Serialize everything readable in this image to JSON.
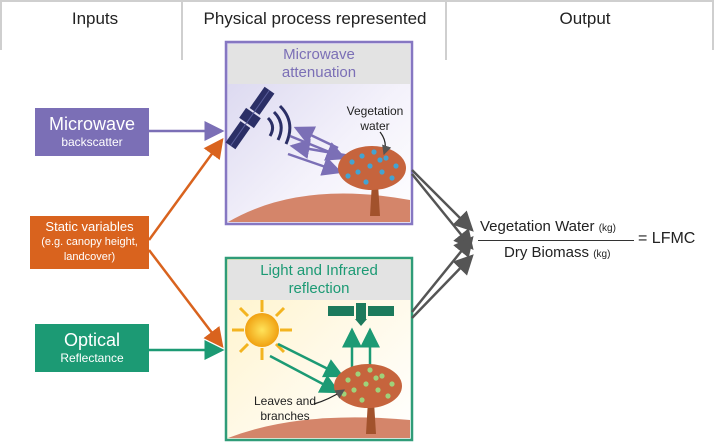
{
  "columns": {
    "inputs": "Inputs",
    "process": "Physical process represented",
    "output": "Output"
  },
  "inputs": {
    "microwave": {
      "main": "Microwave",
      "sub": "backscatter"
    },
    "static": {
      "line1": "Static variables",
      "line2": "(e.g. canopy height,",
      "line3": "landcover)"
    },
    "optical": {
      "main": "Optical",
      "sub": "Reflectance"
    }
  },
  "panels": {
    "microwave": {
      "title_line1": "Microwave",
      "title_line2": "attenuation",
      "label_line1": "Vegetation",
      "label_line2": "water"
    },
    "optical": {
      "title_line1": "Light and Infrared",
      "title_line2": "reflection",
      "label_line1": "Leaves and",
      "label_line2": "branches"
    }
  },
  "equation": {
    "numerator": "Vegetation Water",
    "numerator_unit": "(kg)",
    "denominator": "Dry Biomass",
    "denominator_unit": "(kg)",
    "result": "= LFMC"
  },
  "colors": {
    "microwave": "#7b6fb6",
    "static": "#d9631e",
    "optical": "#1c9a74",
    "panel_mw_border": "#8677c2",
    "panel_op_border": "#2f9c78",
    "ground": "#d4856a",
    "trunk": "#a2522c",
    "canopy": "#c6643d",
    "sun": "#f3b420",
    "satellite_mw": "#2b2f66",
    "satellite_op": "#1c7a5c"
  },
  "icons": {
    "microwave_satellite": "satellite-icon",
    "optical_satellite": "satellite-icon",
    "sun": "sun-icon",
    "tree": "tree-icon"
  }
}
